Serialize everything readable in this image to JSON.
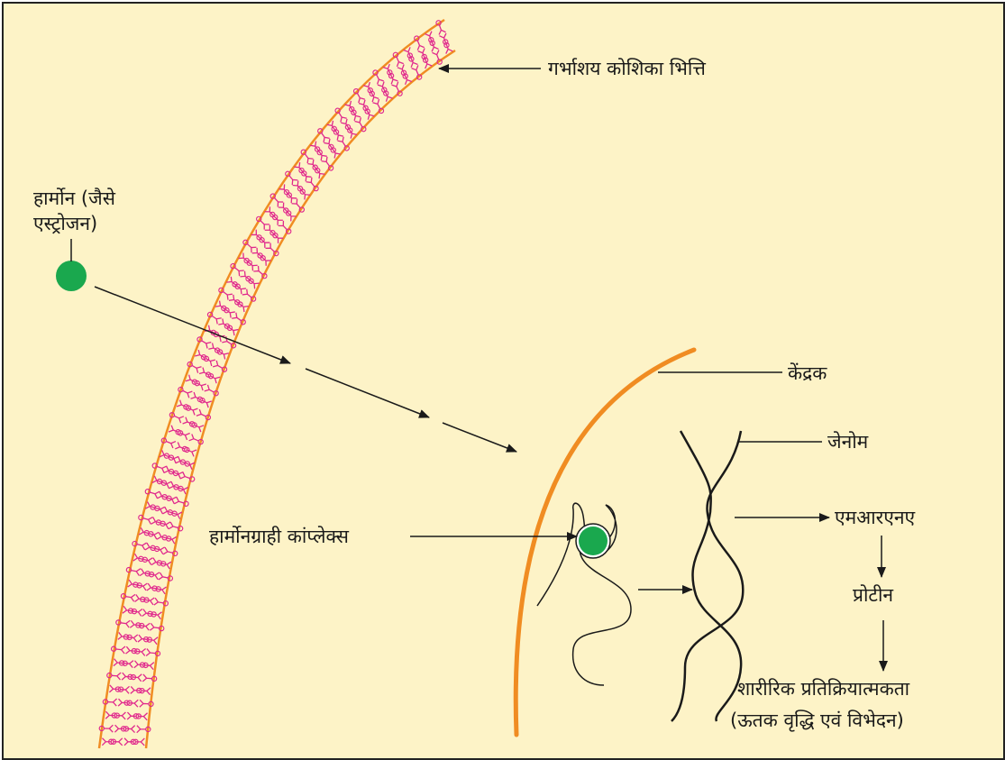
{
  "labels": {
    "cell_wall": "गर्भाशय कोशिका भित्ति",
    "hormone_line1": "हार्मोन (जैसे",
    "hormone_line2": "एस्ट्रोजन)",
    "nucleus": "केंद्रक",
    "genome": "जेनोम",
    "receptor_complex": "हार्मोनग्राही कांप्लेक्स",
    "mrna": "एमआरएनए",
    "protein": "प्रोटीन",
    "response_line1": "शारीरिक प्रतिक्रियात्मकता",
    "response_line2": "(ऊतक वृद्धि एवं विभेदन)"
  },
  "colors": {
    "background": "#fdf3c7",
    "membrane": "#f08c22",
    "receptor": "#e0288c",
    "hormone": "#1aa84e",
    "line": "#1a1a1a"
  }
}
